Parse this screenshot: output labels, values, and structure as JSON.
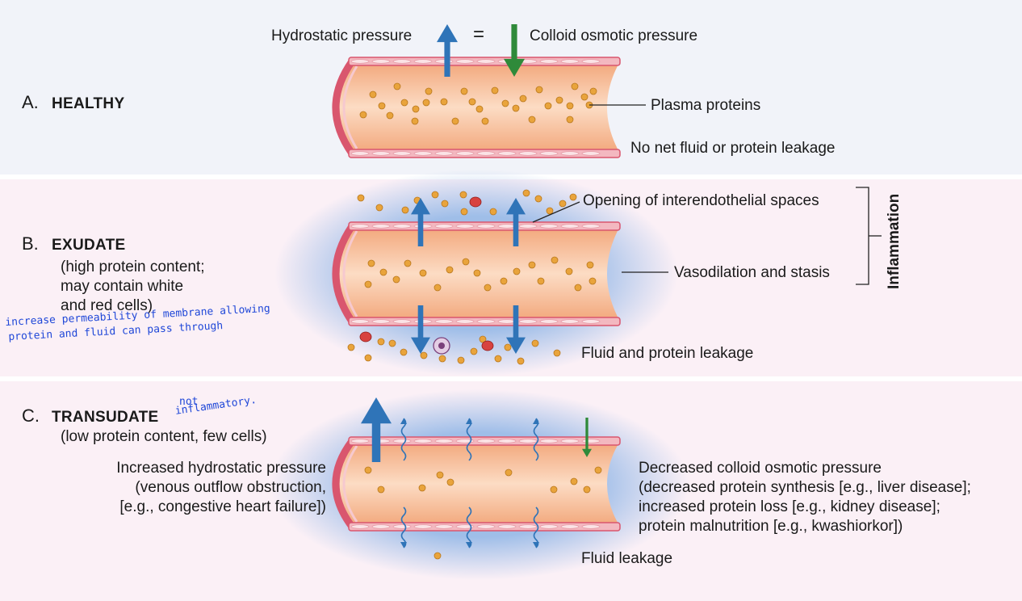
{
  "panel_a": {
    "letter": "A.",
    "title": "HEALTHY",
    "hydrostatic_label": "Hydrostatic pressure",
    "equals": "=",
    "colloid_label": "Colloid osmotic pressure",
    "plasma_label": "Plasma proteins",
    "no_leak_label": "No net fluid or protein leakage"
  },
  "panel_b": {
    "letter": "B.",
    "title": "EXUDATE",
    "desc_lines": [
      "(high protein content;",
      "may contain white",
      "and red cells)"
    ],
    "note_lines": [
      "increase permeability of membrane allowing",
      "protein and fluid can pass through"
    ],
    "opening_label": "Opening of interendothelial spaces",
    "vasodilation_label": "Vasodilation and stasis",
    "inflammation_label": "Inflammation",
    "leak_label": "Fluid and protein leakage"
  },
  "panel_c": {
    "letter": "C.",
    "title": "TRANSUDATE",
    "note_lines": [
      "not",
      "inflammatory."
    ],
    "desc": "(low protein content, few cells)",
    "left_lines": [
      "Increased hydrostatic pressure",
      "(venous outflow obstruction,",
      "[e.g., congestive heart failure])"
    ],
    "right_lines": [
      "Decreased colloid osmotic pressure",
      "(decreased protein synthesis [e.g., liver disease];",
      "increased protein loss [e.g., kidney disease];",
      "protein malnutrition [e.g., kwashiorkor])"
    ],
    "leak_label": "Fluid leakage"
  },
  "colors": {
    "vessel_outer": "#d9566e",
    "vessel_wall": "#f3b8c0",
    "lumen": "#f6c19e",
    "protein": "#e9a43c",
    "arrow_blue": "#2f74b8",
    "arrow_green": "#2f8a3a",
    "halo": "#8fb5e6",
    "red_cell": "#d8423f",
    "note_ink": "#1f47d8"
  }
}
